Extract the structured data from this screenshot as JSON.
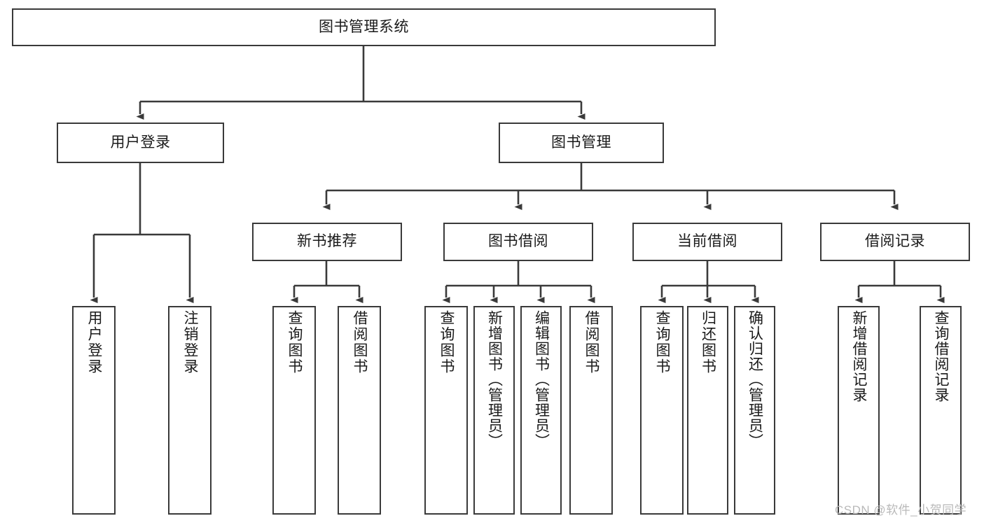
{
  "diagram": {
    "type": "hierarchy-tree",
    "title": "图书管理系统",
    "orientation": "top-down",
    "root": {
      "id": "root",
      "label": "图书管理系统"
    },
    "level1": [
      {
        "id": "user-login",
        "label": "用户登录"
      },
      {
        "id": "book-manage",
        "label": "图书管理"
      }
    ],
    "level2": [
      {
        "id": "new-book-recommend",
        "label": "新书推荐",
        "parent": "book-manage"
      },
      {
        "id": "book-borrow",
        "label": "图书借阅",
        "parent": "book-manage"
      },
      {
        "id": "current-borrow",
        "label": "当前借阅",
        "parent": "book-manage"
      },
      {
        "id": "borrow-record",
        "label": "借阅记录",
        "parent": "book-manage"
      }
    ],
    "leaves": [
      {
        "id": "leaf-user-login",
        "label": "用户登录",
        "parent": "user-login"
      },
      {
        "id": "leaf-user-logout",
        "label": "注销登录",
        "parent": "user-login"
      },
      {
        "id": "leaf-query-book-1",
        "label": "查询图书",
        "parent": "new-book-recommend"
      },
      {
        "id": "leaf-borrow-book-1",
        "label": "借阅图书",
        "parent": "new-book-recommend"
      },
      {
        "id": "leaf-query-book-2",
        "label": "查询图书",
        "parent": "book-borrow"
      },
      {
        "id": "leaf-add-book",
        "label": "新增图书（管理员）",
        "parent": "book-borrow"
      },
      {
        "id": "leaf-edit-book",
        "label": "编辑图书（管理员）",
        "parent": "book-borrow"
      },
      {
        "id": "leaf-borrow-book-2",
        "label": "借阅图书",
        "parent": "book-borrow"
      },
      {
        "id": "leaf-query-book-3",
        "label": "查询图书",
        "parent": "current-borrow"
      },
      {
        "id": "leaf-return-book",
        "label": "归还图书",
        "parent": "current-borrow"
      },
      {
        "id": "leaf-confirm-return",
        "label": "确认归还（管理员）",
        "parent": "current-borrow"
      },
      {
        "id": "leaf-add-record",
        "label": "新增借阅记录",
        "parent": "borrow-record"
      },
      {
        "id": "leaf-query-record",
        "label": "查询借阅记录",
        "parent": "borrow-record"
      }
    ],
    "colors": {
      "box_border": "#3a3a3a",
      "box_fill": "#ffffff",
      "edge": "#3a3a3a",
      "text": "#1a1a1a",
      "watermark": "#b9b9b9",
      "background": "#ffffff"
    }
  },
  "watermark": {
    "text": "CSDN @软件_小贺同学"
  }
}
